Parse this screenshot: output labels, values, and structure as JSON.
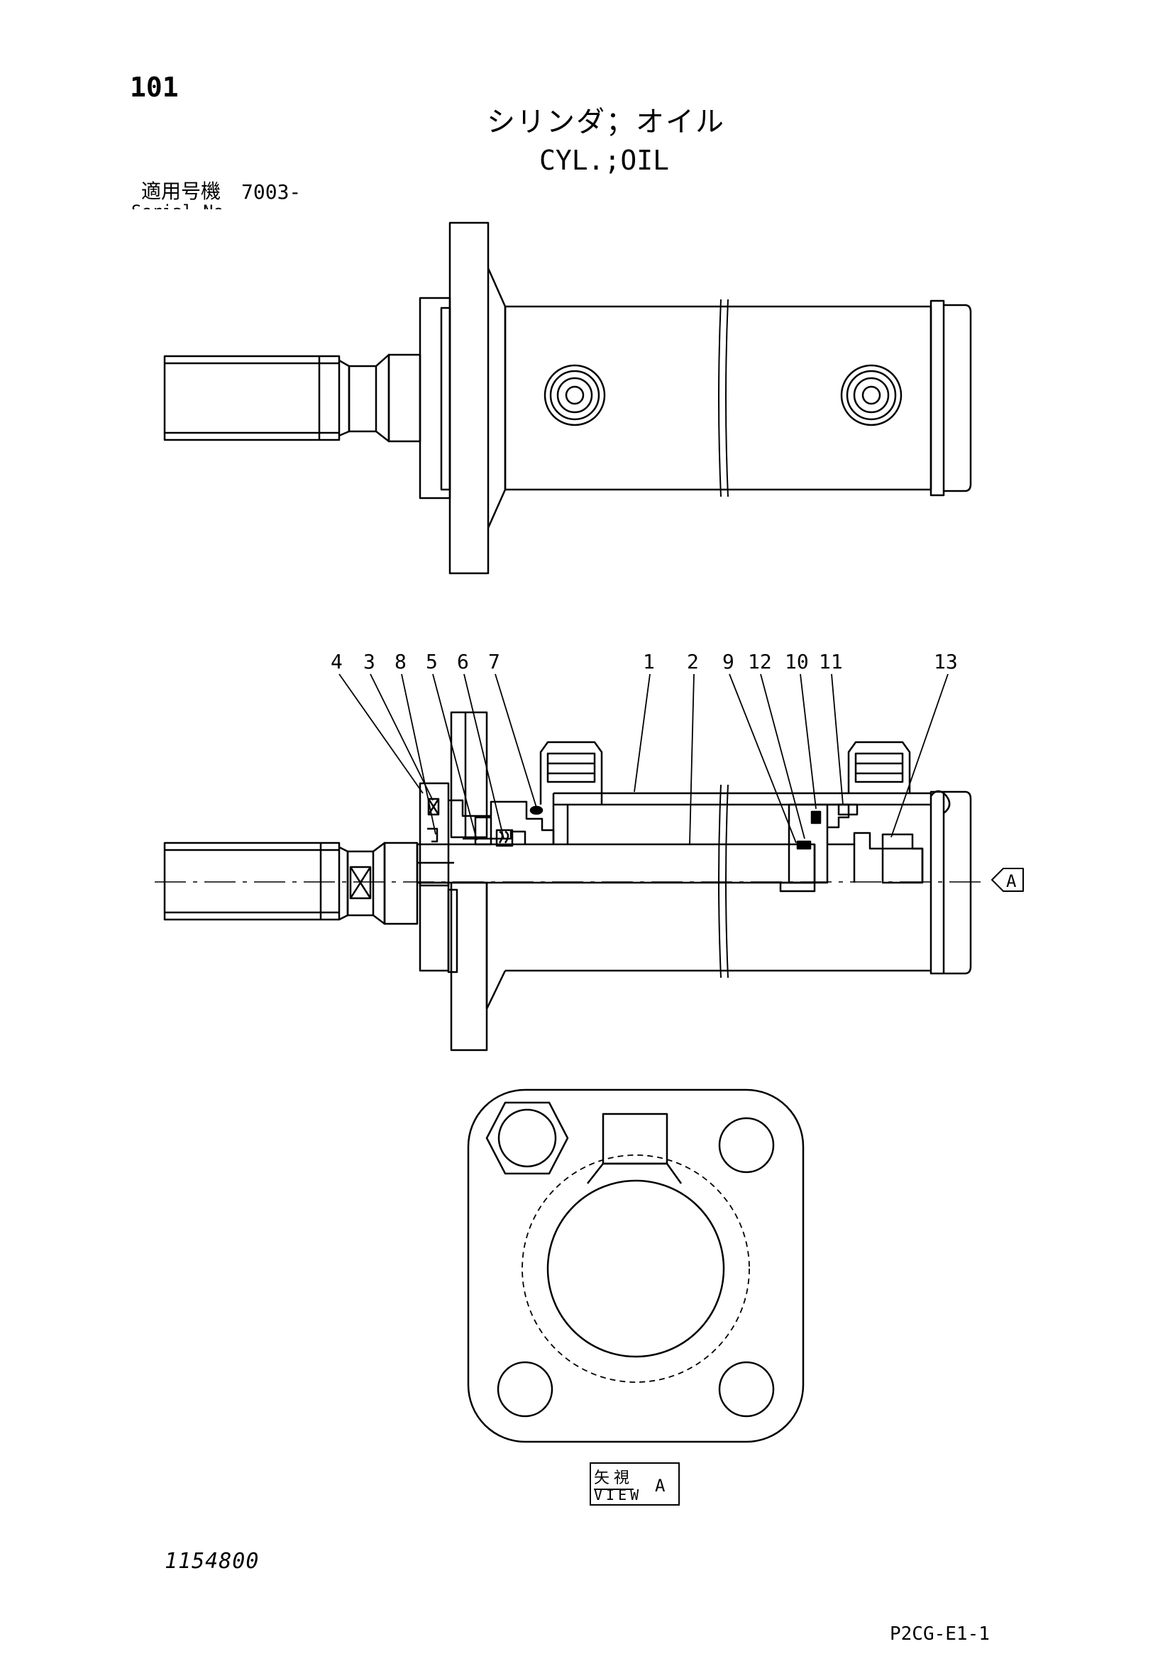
{
  "page_number": "101",
  "title_ja": "シリンダ；オイル",
  "title_en": "CYL.;OIL",
  "serial": {
    "label": "適用号機",
    "value": "7003-",
    "label_en_cut": "Serial No."
  },
  "callouts": {
    "c4": "4",
    "c3": "3",
    "c8": "8",
    "c5": "5",
    "c6": "6",
    "c7": "7",
    "c1": "1",
    "c2": "2",
    "c9": "9",
    "c12": "12",
    "c10": "10",
    "c11": "11",
    "c13": "13"
  },
  "view_arrow_letter": "A",
  "view_label": {
    "ja": "矢視",
    "en": "VIEW",
    "letter": "A"
  },
  "drawing_number": "1154800",
  "page_code": "P2CG-E1-1"
}
